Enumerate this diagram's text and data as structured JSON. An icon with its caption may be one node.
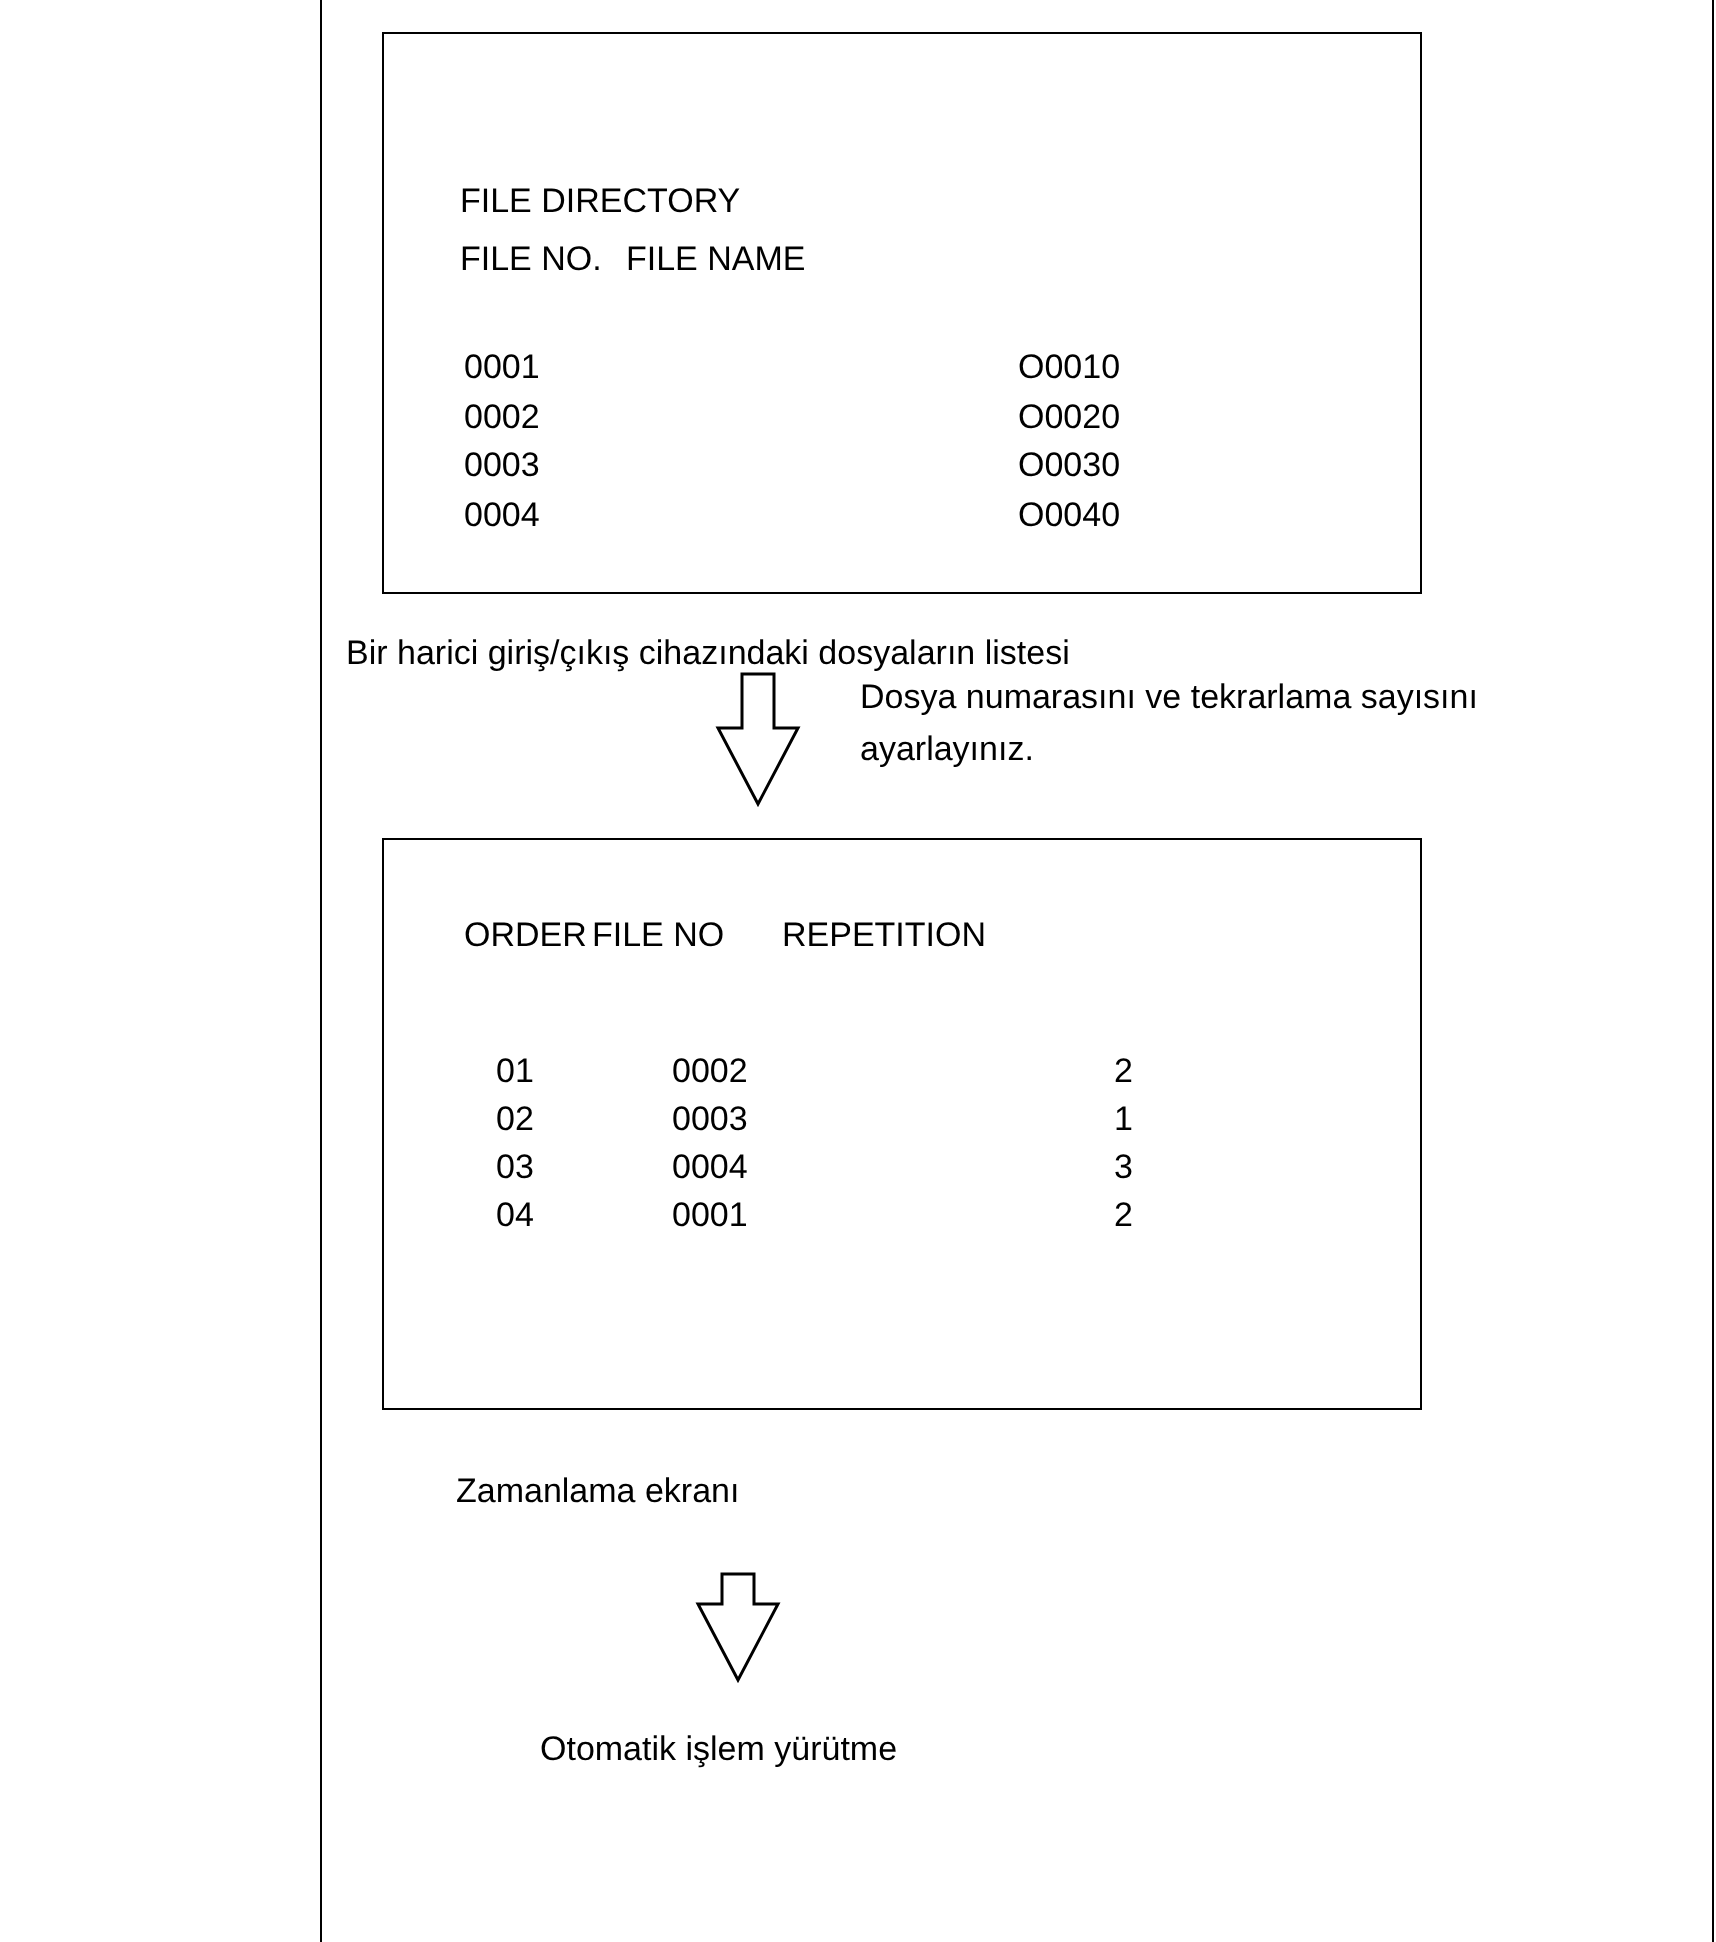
{
  "diagram": {
    "nodes": [
      {
        "text": [
          "FILE DIRECTORY",
          "FILE NO.",
          "FILE NAME",
          "0001",
          "O0010",
          "0002",
          "O0020",
          "0003",
          "O0030",
          "0004",
          "O0040"
        ],
        "beside": [
          "Bir harici giriş/çıkış cihazındaki dosyaların listesi"
        ]
      },
      {
        "text": [
          "ORDER",
          "FILE NO",
          "REPETITION",
          "01",
          "0002",
          "2",
          "02",
          "0003",
          "1",
          "03",
          "0004",
          "3",
          "04",
          "0001",
          "2"
        ],
        "beside": [
          "Zamanlama ekranı"
        ]
      },
      {
        "text": [
          "Otomatik işlem yürütme"
        ]
      }
    ],
    "edges": [
      {
        "from": 0,
        "to": 1,
        "arrow": "to",
        "label": "Dosya numarasını ve tekrarlama sayısını ayarlayınız."
      },
      {
        "from": 1,
        "to": 2,
        "arrow": "to"
      }
    ]
  }
}
